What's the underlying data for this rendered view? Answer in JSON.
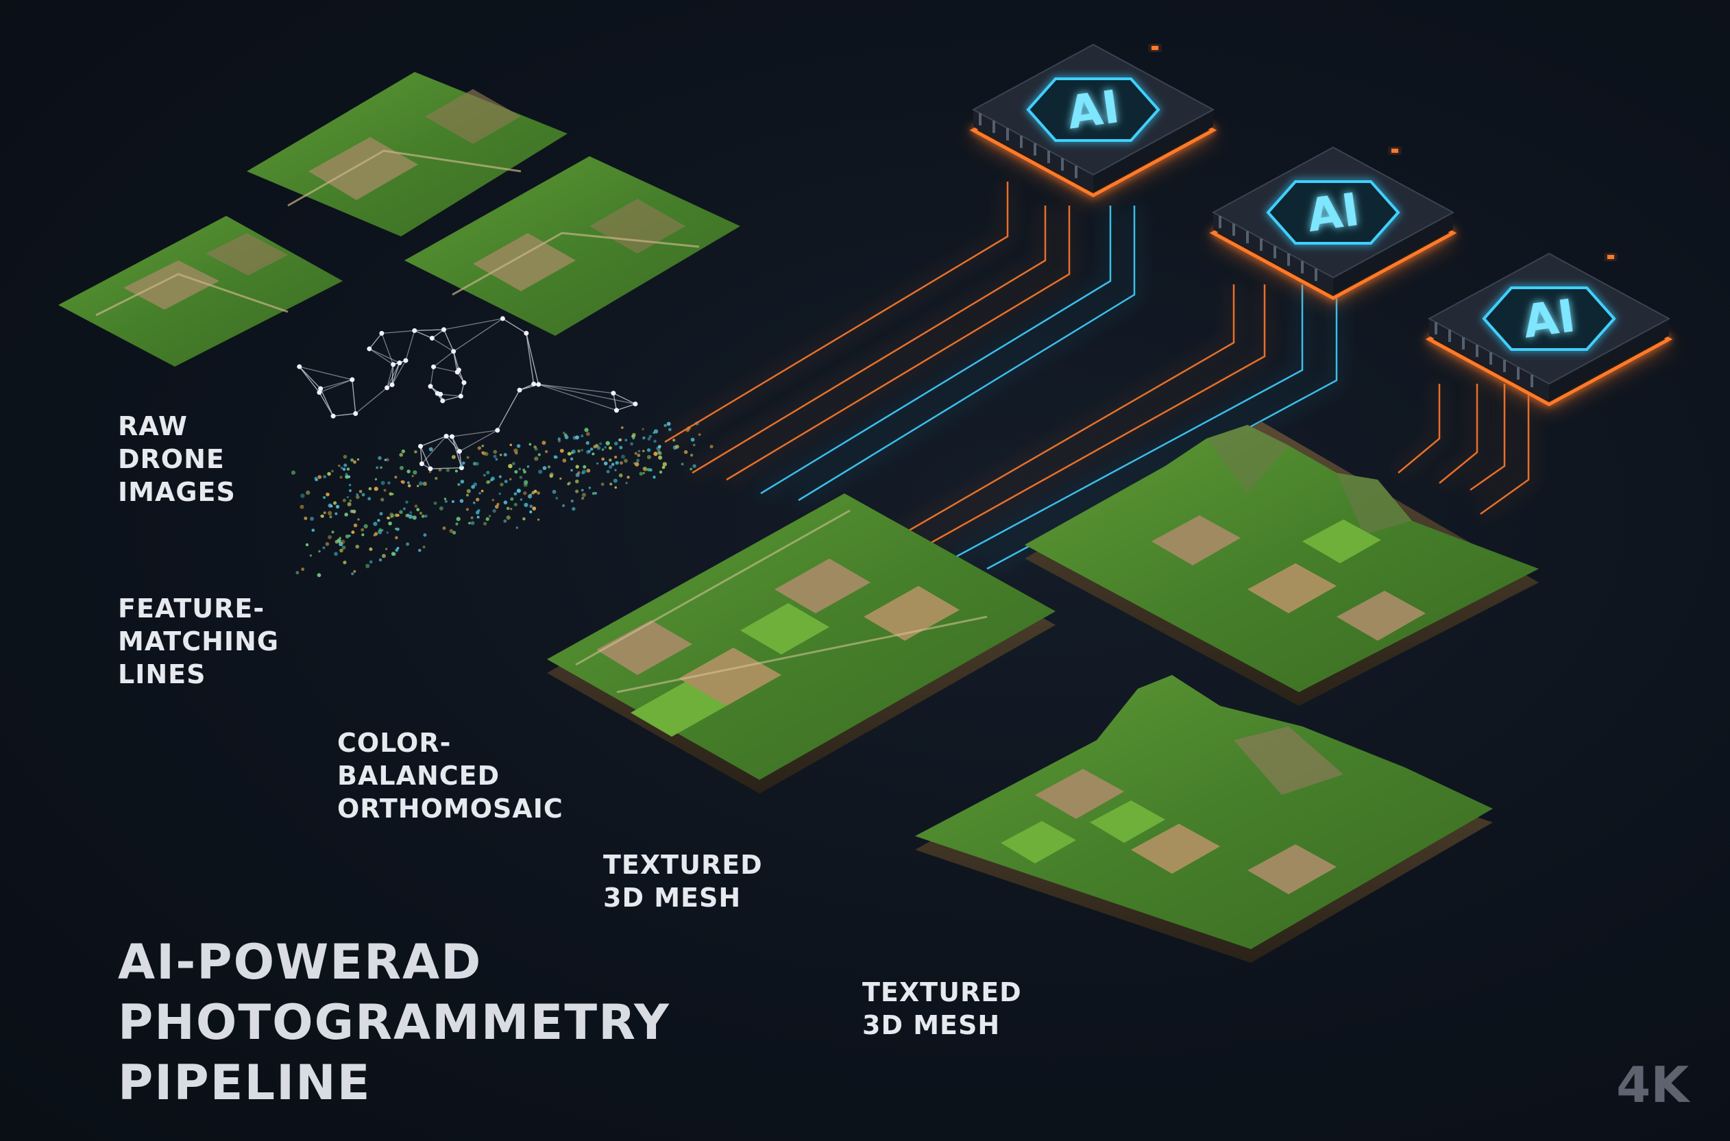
{
  "labels": {
    "raw": "RAW\nDRONE\nIMAGES",
    "feature": "FEATURE-\nMATCHING\nLINES",
    "ortho": "COLOR-\nBALANCED\nORTHOMOSAIC",
    "mesh1": "TEXTURED\n3D MESH",
    "mesh2": "TEXTURED\n3D MESH"
  },
  "title": "AI-POWERAD\nPHOTOGRAMMETRY\nPIPELINE",
  "badge": "4K",
  "chips": [
    "AI",
    "AI",
    "AI"
  ],
  "colors": {
    "background": "#0d131c",
    "orange": "#ff7a2a",
    "cyan": "#3fd0ff",
    "field_green": "#4f8f2e",
    "field_tan": "#a08a62"
  }
}
